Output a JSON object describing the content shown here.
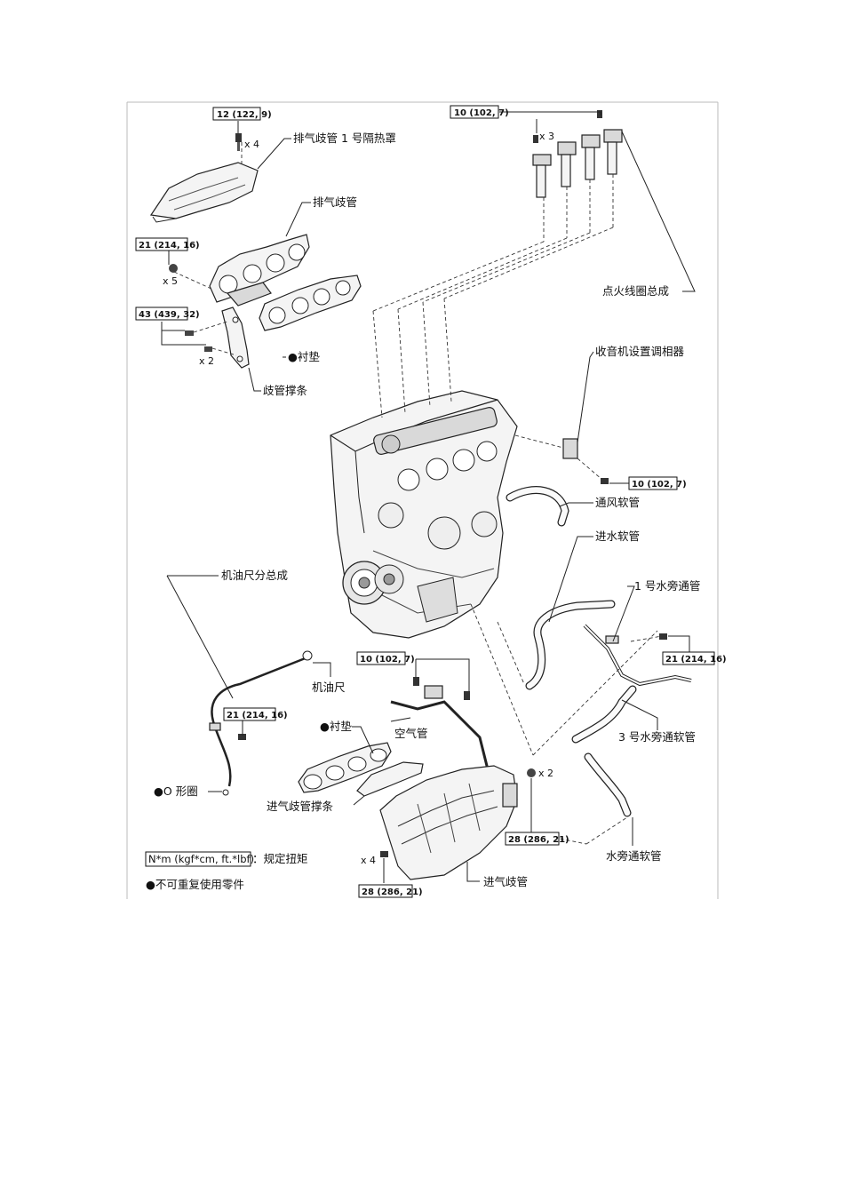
{
  "labels": {
    "heat_insulator": "排气歧管 1 号隔热罩",
    "exhaust_manifold": "排气歧管",
    "gasket_1": "●衬垫",
    "manifold_stay": "歧管撑条",
    "ignition_coil": "点火线圈总成",
    "radio_setting_condenser": "收音机设置调相器",
    "ventilation_hose": "通风软管",
    "water_inlet_hose": "进水软管",
    "water_bypass_pipe_1": "1 号水旁通管",
    "water_bypass_hose_3": "3 号水旁通软管",
    "oil_gauge_assy": "机油尺分总成",
    "oil_gauge": "机油尺",
    "o_ring": "●O 形圈",
    "gasket_2": "●衬垫",
    "air_pipe": "空气管",
    "intake_manifold_stay": "进气歧管撑条",
    "water_bypass_hose": "水旁通软管",
    "intake_manifold": "进气歧管"
  },
  "torques": {
    "t1": "12 (122, 9)",
    "t2": "10 (102, 7)",
    "t3": "21 (214, 16)",
    "t4": "43 (439, 32)",
    "t5": "10 (102, 7)",
    "t6": "21 (214, 16)",
    "t7": "10 (102, 7)",
    "t8": "21 (214, 16)",
    "t9": "28 (286, 21)",
    "t10": "28 (286, 21)"
  },
  "quantities": {
    "q1": "x 4",
    "q2": "x 3",
    "q3": "x 5",
    "q4": "x 2",
    "q5": "x 2",
    "q6": "x 4"
  },
  "legend": {
    "unit_box": "N*m (kgf*cm, ft.*lbf)",
    "unit_desc": "：规定扭矩",
    "non_reusable": "●不可重复使用零件"
  }
}
